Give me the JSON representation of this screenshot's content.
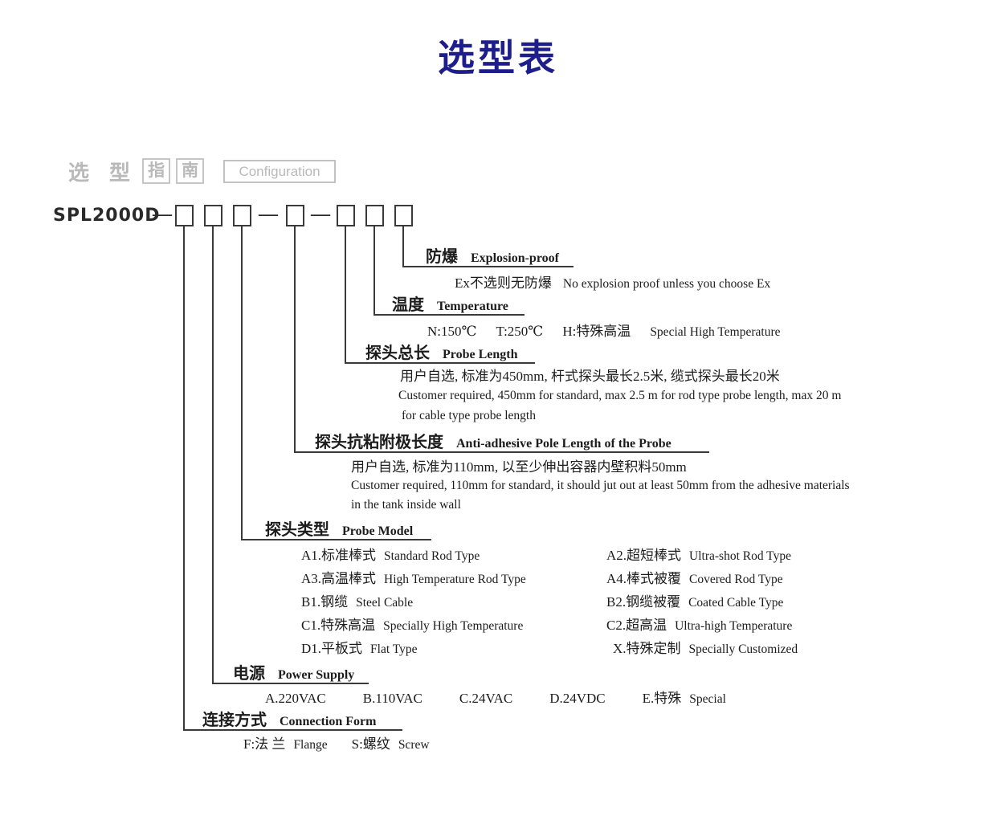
{
  "title": "选型表",
  "badges": {
    "guide_part1": "选 型",
    "guide_part2": "指",
    "guide_part3": "南",
    "configuration": "Configuration"
  },
  "model": {
    "prefix": "SPL2000D",
    "separator": "—"
  },
  "sections": {
    "explosion": {
      "label_cn": "防爆",
      "label_en": "Explosion-proof",
      "detail_cn": "Ex不选则无防爆",
      "detail_en": "No explosion proof unless you choose Ex"
    },
    "temperature": {
      "label_cn": "温度",
      "label_en": "Temperature",
      "options": [
        "N:150℃",
        "T:250℃",
        "H:特殊高温"
      ],
      "detail_en": "Special High Temperature"
    },
    "probe_length": {
      "label_cn": "探头总长",
      "label_en": "Probe Length",
      "detail_cn": "用户自选, 标准为450mm, 杆式探头最长2.5米, 缆式探头最长20米",
      "detail_en1": "Customer required, 450mm for standard, max 2.5 m for rod type probe length, max 20 m",
      "detail_en2": "for cable type probe length"
    },
    "anti_adhesive": {
      "label_cn": "探头抗粘附极长度",
      "label_en": "Anti-adhesive Pole Length of the Probe",
      "detail_cn": "用户自选, 标准为110mm, 以至少伸出容器内壁积料50mm",
      "detail_en1": "Customer required, 110mm for standard, it should jut out at least 50mm from the adhesive materials",
      "detail_en2": "in the tank inside wall"
    },
    "probe_model": {
      "label_cn": "探头类型",
      "label_en": "Probe Model",
      "options_left": [
        {
          "cn": "A1.标准棒式",
          "en": "Standard Rod Type"
        },
        {
          "cn": "A3.高温棒式",
          "en": "High Temperature Rod Type"
        },
        {
          "cn": "B1.钢缆",
          "en": "Steel Cable"
        },
        {
          "cn": "C1.特殊高温",
          "en": "Specially High Temperature"
        },
        {
          "cn": "D1.平板式",
          "en": "Flat Type"
        }
      ],
      "options_right": [
        {
          "cn": "A2.超短棒式",
          "en": "Ultra-shot Rod Type"
        },
        {
          "cn": "A4.棒式被覆",
          "en": "Covered Rod Type"
        },
        {
          "cn": "B2.钢缆被覆",
          "en": "Coated Cable Type"
        },
        {
          "cn": "C2.超高温",
          "en": "Ultra-high Temperature"
        },
        {
          "cn": "X.特殊定制",
          "en": "Specially Customized"
        }
      ]
    },
    "power": {
      "label_cn": "电源",
      "label_en": "Power Supply",
      "options": [
        "A.220VAC",
        "B.110VAC",
        "C.24VAC",
        "D.24VDC",
        "E.特殊"
      ],
      "detail_en": "Special"
    },
    "connection": {
      "label_cn": "连接方式",
      "label_en": "Connection Form",
      "options": [
        {
          "cn": "F:法 兰",
          "en": "Flange"
        },
        {
          "cn": "S:螺纹",
          "en": "Screw"
        }
      ]
    }
  },
  "colors": {
    "title": "#1d1d8c",
    "text": "#1c1c1c",
    "line": "#3a3a3a",
    "muted": "#b9b9b9"
  }
}
